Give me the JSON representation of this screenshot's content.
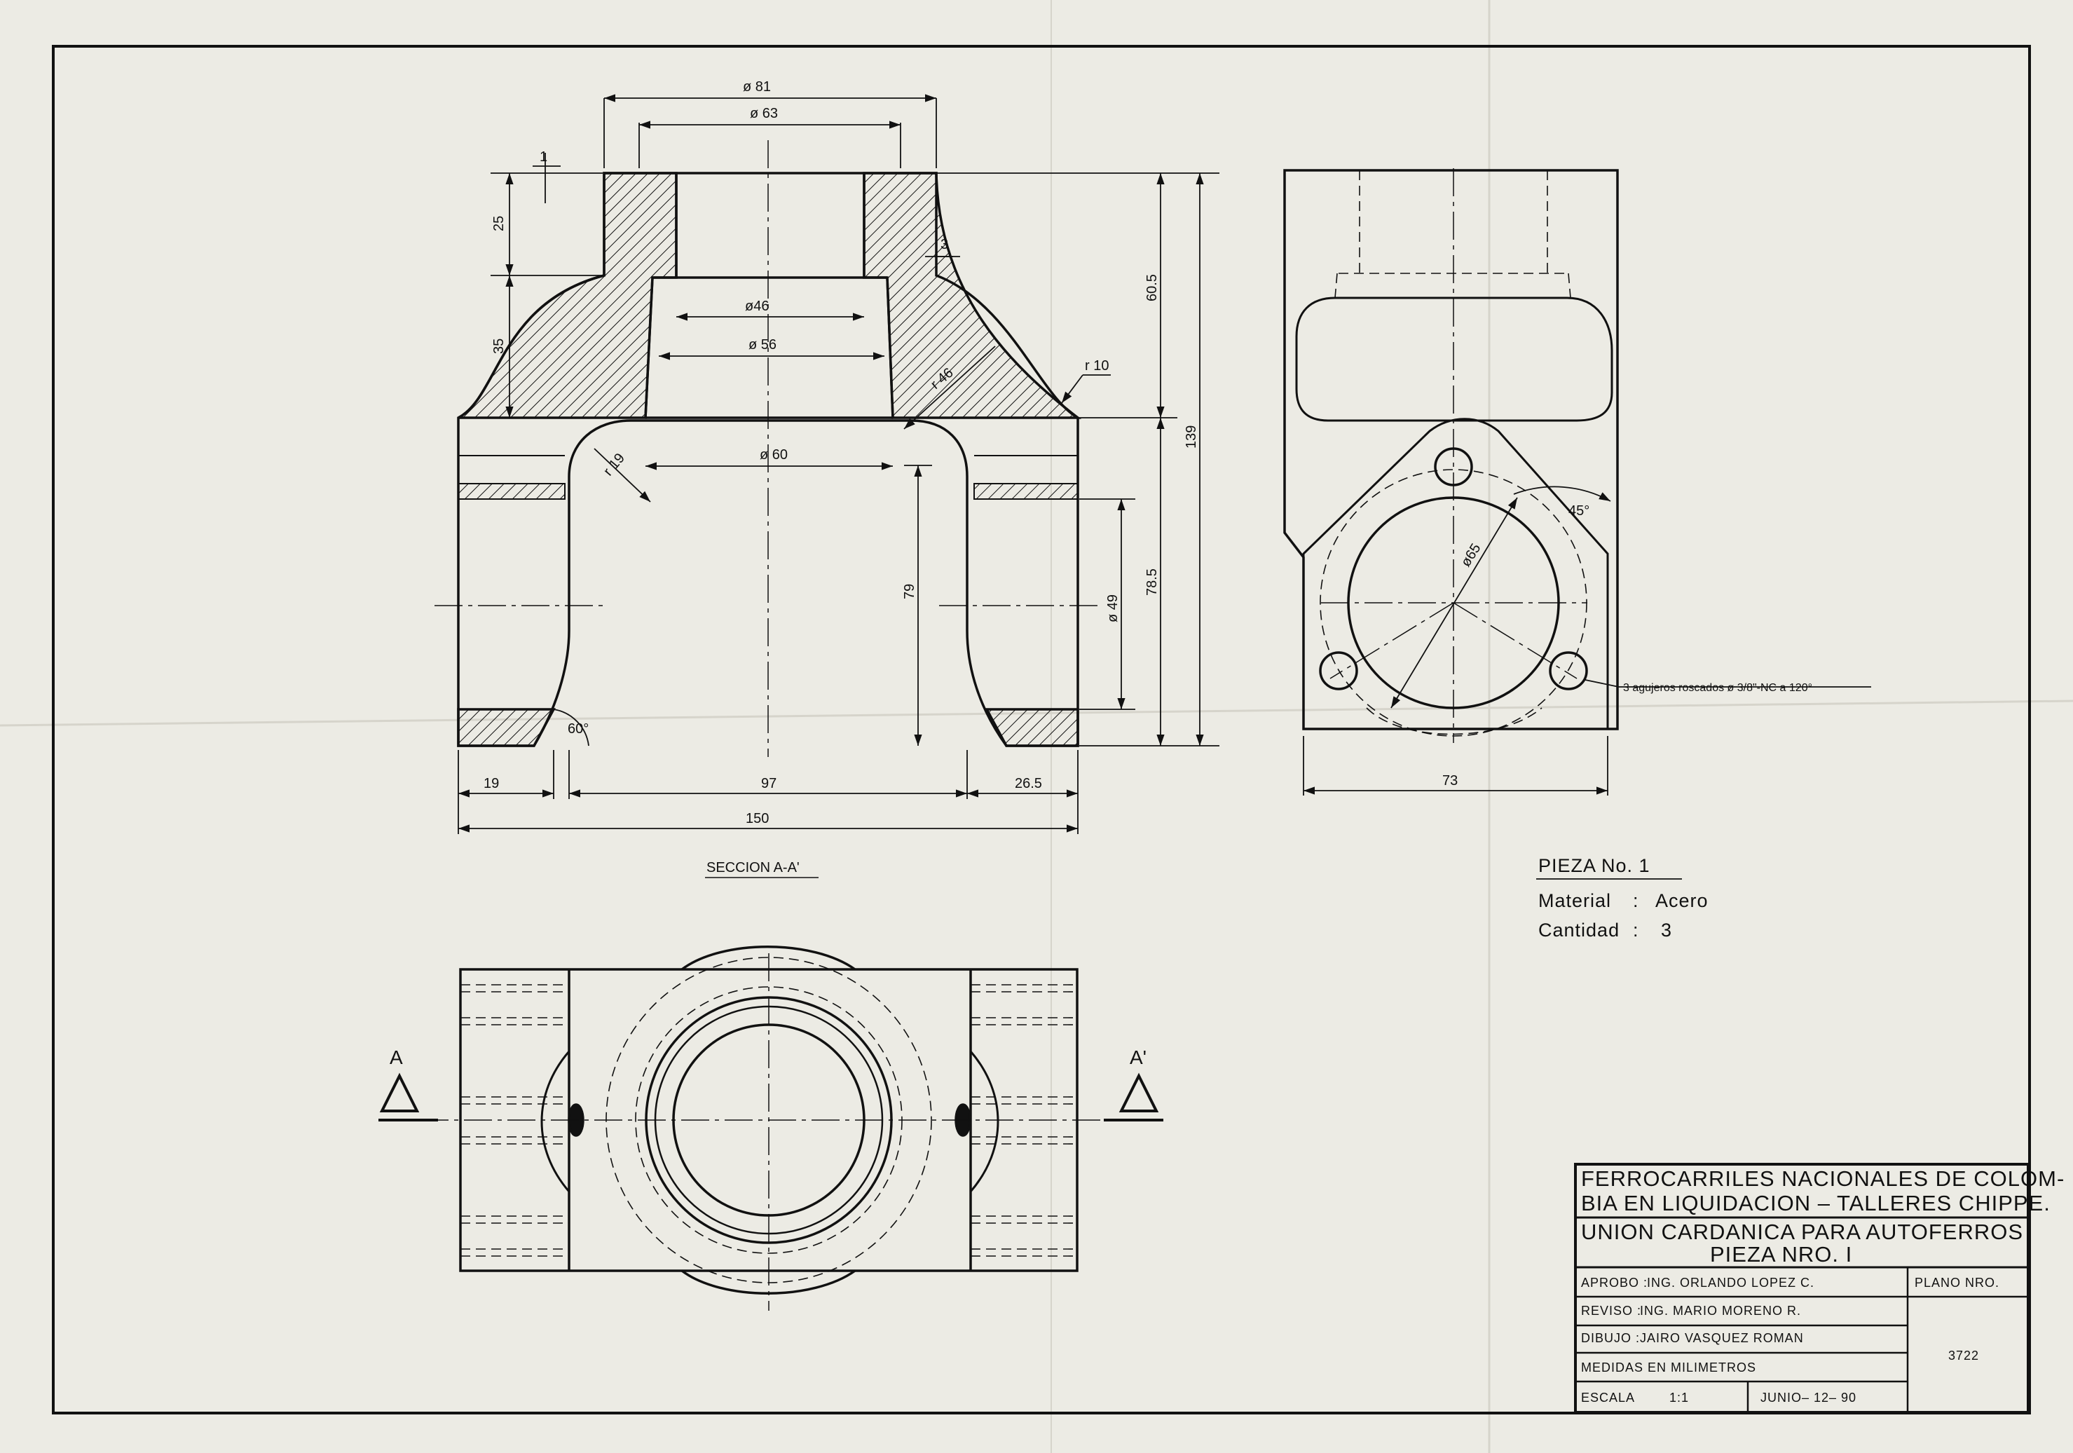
{
  "colors": {
    "paper": "#ecebe4",
    "ink": "#111111",
    "crease": "#d6d4cb"
  },
  "front_view": {
    "dims": {
      "d81": "ø 81",
      "d63": "ø 63",
      "d46": "ø46",
      "d56": "ø 56",
      "d60": "ø 60",
      "h1": "1",
      "h25": "25",
      "h35": "35",
      "h3": "3",
      "h60_5": "60.5",
      "h139": "139",
      "h78_5": "78.5",
      "h79": "79",
      "d49": "ø 49",
      "r46": "r 46",
      "r10": "r 10",
      "r19": "r 19",
      "a60": "60°",
      "w19": "19",
      "w97": "97",
      "w26_5": "26.5",
      "w150": "150"
    },
    "caption": "SECCION  A-A'"
  },
  "side_view": {
    "dims": {
      "d65": "ø65",
      "a45": "45°",
      "w73": "73"
    },
    "hole_note": "3 agujeros roscados ø 3/8\"-NC a 120°"
  },
  "top_view": {
    "label_a": "A",
    "label_a_prime": "A'"
  },
  "part_info": {
    "title": "PIEZA  No.  1",
    "material_label": "Material",
    "material_value": "Acero",
    "quantity_label": "Cantidad",
    "quantity_value": "3"
  },
  "title_block": {
    "org_line1": "FERROCARRILES  NACIONALES  DE  COLOM-",
    "org_line2": "BIA  EN  LIQUIDACION – TALLERES  CHIPPE.",
    "part_line1": "UNION  CARDANICA  PARA  AUTOFERROS",
    "part_line2": "PIEZA    NRO.  I",
    "approved_label": "APROBO :",
    "approved_value": "ING.  ORLANDO  LOPEZ  C.",
    "plan_label": "PLANO   NRO.",
    "reviewed_label": "REVISO :",
    "reviewed_value": "ING.   MARIO  MORENO   R.",
    "drawn_label": "DIBUJO :",
    "drawn_value": "JAIRO   VASQUEZ   ROMAN",
    "plan_number": "3722",
    "units": "MEDIDAS   EN  MILIMETROS",
    "scale_label": "ESCALA",
    "scale_value": "1:1",
    "date": "JUNIO– 12– 90"
  }
}
